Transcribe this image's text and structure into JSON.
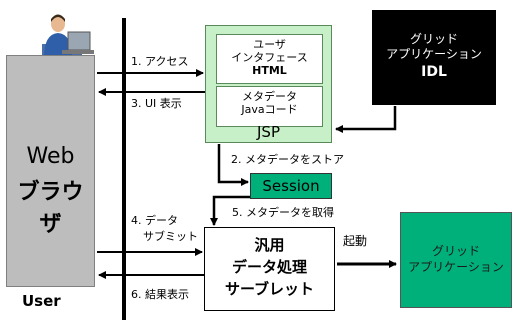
{
  "browser": {
    "line1": "Web",
    "line2": "ブラウザ"
  },
  "user_label": "User",
  "jsp": {
    "inner1": {
      "line1": "ユーザ",
      "line2": "インタフェース",
      "line3": "HTML"
    },
    "inner2": {
      "line1": "メタデータ",
      "line2": "Javaコード"
    },
    "label": "JSP"
  },
  "grid_idl": {
    "line1": "グリッド",
    "line2": "アプリケーション",
    "line3": "IDL"
  },
  "session": "Session",
  "servlet": {
    "line1": "汎用",
    "line2": "データ処理",
    "line3": "サーブレット"
  },
  "grid_app": {
    "line1": "グリッド",
    "line2": "アプリケーション"
  },
  "steps": {
    "s1": "1. アクセス",
    "s2": "2. メタデータをストア",
    "s3": "3. UI 表示",
    "s4_line1": "4. データ",
    "s4_line2": "サブミット",
    "s5": "5. メタデータを取得",
    "s6": "6. 結果表示",
    "launch": "起動"
  }
}
